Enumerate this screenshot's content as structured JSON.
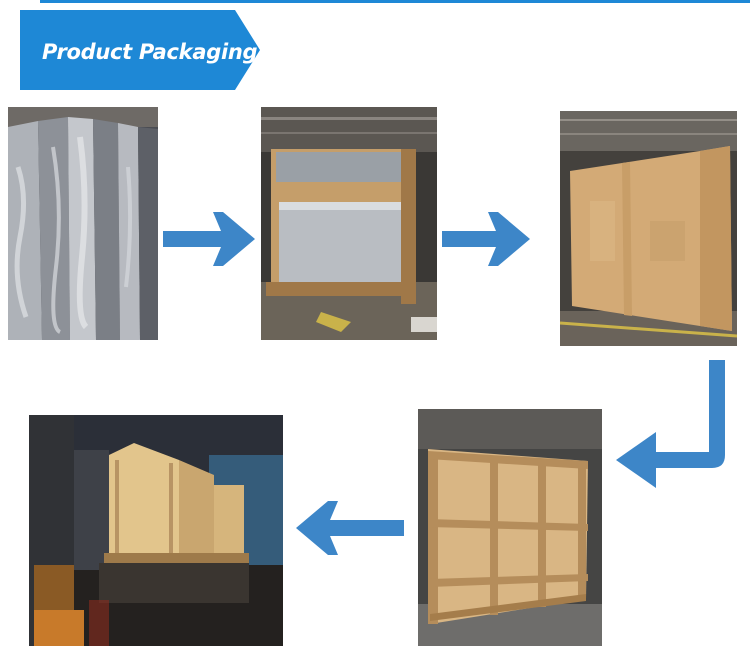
{
  "header": {
    "title": "Product Packaging",
    "accent_color": "#1e88d6"
  },
  "steps": [
    {
      "photo": "wrapped-panels-photo"
    },
    {
      "photo": "panels-in-crate-base-photo"
    },
    {
      "photo": "plywood-wall-photo"
    },
    {
      "photo": "closed-wooden-crate-photo"
    },
    {
      "photo": "crate-loading-truck-photo"
    }
  ],
  "flow_arrows": [
    "arrow-right",
    "arrow-right",
    "arrow-down-left",
    "arrow-left"
  ]
}
